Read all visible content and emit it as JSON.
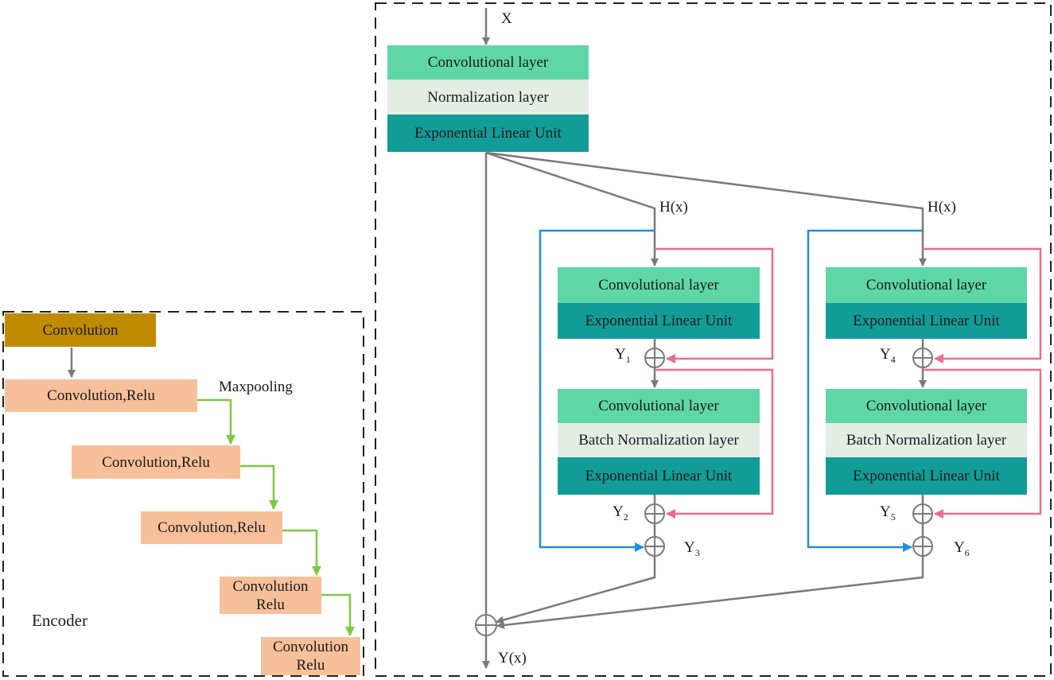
{
  "colors": {
    "conv_layer": "#5fd6a6",
    "norm_layer": "#e3ede4",
    "elu_layer": "#129c98",
    "encoder_block": "#f7c09a",
    "encoder_first_block": "#bf8b00",
    "main_arrow": "#7a7a7a",
    "skip_arrow_blue": "#1e8ee6",
    "residual_arrow_pink": "#ec6d86",
    "encoder_arrow_green": "#7dc840"
  },
  "encoder": {
    "first_block": "Convolution",
    "blocks": [
      "Convolution,Relu",
      "Convolution,Relu",
      "Convolution,Relu",
      "Convolution\nRelu",
      "Convolution\nRelu"
    ],
    "maxpooling_label": "Maxpooling",
    "title": "Encoder"
  },
  "main": {
    "input_label": "X",
    "output_label": "Y(x)",
    "stem": {
      "conv": "Convolutional layer",
      "norm": "Normalization layer",
      "elu": "Exponential Linear Unit"
    },
    "branches": [
      {
        "hx_label": "H(x)",
        "block1": {
          "conv": "Convolutional layer",
          "elu": "Exponential Linear Unit"
        },
        "block2": {
          "conv": "Convolutional layer",
          "bn": "Batch Normalization layer",
          "elu": "Exponential Linear Unit"
        },
        "y_labels": {
          "a": "Y",
          "a_sub": "1",
          "b": "Y",
          "b_sub": "2",
          "c": "Y",
          "c_sub": "3"
        }
      },
      {
        "hx_label": "H(x)",
        "block1": {
          "conv": "Convolutional layer",
          "elu": "Exponential Linear Unit"
        },
        "block2": {
          "conv": "Convolutional layer",
          "bn": "Batch Normalization layer",
          "elu": "Exponential Linear Unit"
        },
        "y_labels": {
          "a": "Y",
          "a_sub": "4",
          "b": "Y",
          "b_sub": "5",
          "c": "Y",
          "c_sub": "6"
        }
      }
    ]
  }
}
